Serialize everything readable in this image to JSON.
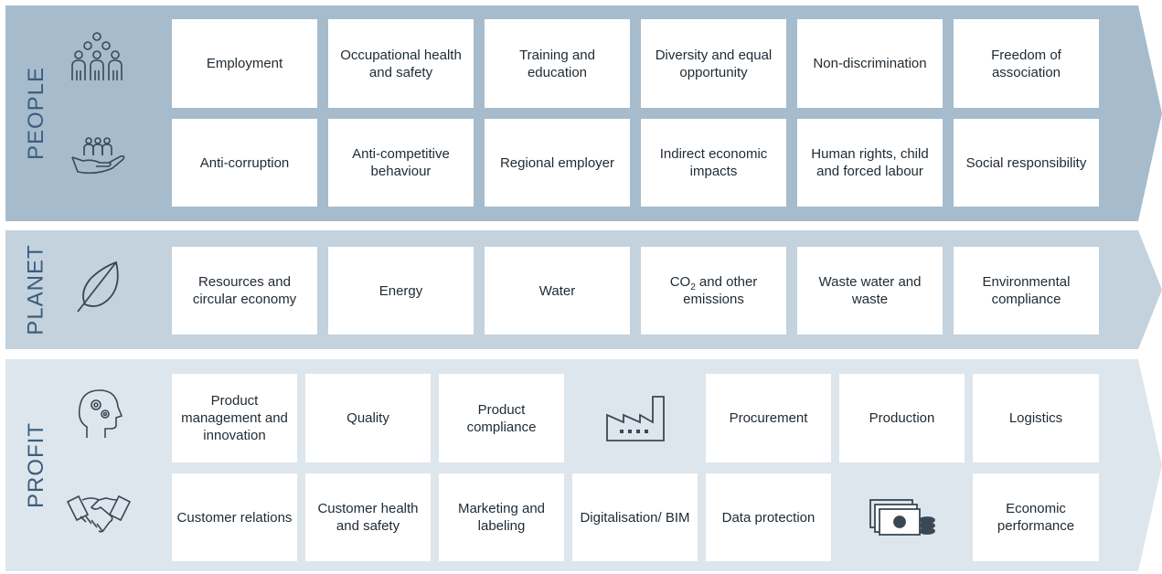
{
  "people": {
    "label": "PEOPLE",
    "icons": [
      "group-of-people-icon",
      "hand-holding-people-icon"
    ],
    "row1": [
      "Employment",
      "Occupational health and safety",
      "Training and education",
      "Diversity and equal opportunity",
      "Non-discrimination",
      "Freedom of association"
    ],
    "row2": [
      "Anti-corruption",
      "Anti-competitive behaviour",
      "Regional employer",
      "Indirect economic impacts",
      "Human rights, child and forced labour",
      "Social responsibility"
    ]
  },
  "planet": {
    "label": "PLANET",
    "icons": [
      "leaf-icon"
    ],
    "row1": [
      "Resources and circular economy",
      "Energy",
      "Water",
      "CO",
      "and other emissions",
      "Waste water and waste",
      "Environmental compliance"
    ],
    "co2_sub": "2"
  },
  "profit": {
    "label": "PROFIT",
    "icons": [
      "head-with-gears-icon",
      "handshake-icon",
      "factory-icon",
      "money-and-coins-icon"
    ],
    "row1": [
      "Product management and innovation",
      "Quality",
      "Product compliance",
      "",
      "Procurement",
      "Production",
      "Logistics"
    ],
    "row2": [
      "Customer relations",
      "Customer health and safety",
      "Marketing and labeling",
      "Digitalisation/ BIM",
      "Data protection",
      "",
      "Economic performance"
    ]
  },
  "colors": {
    "people_band": "#a6bccc",
    "planet_band": "#c3d2dd",
    "profit_band": "#dde6ed",
    "label_text": "#3b5d7e",
    "card": "#ffffff"
  }
}
